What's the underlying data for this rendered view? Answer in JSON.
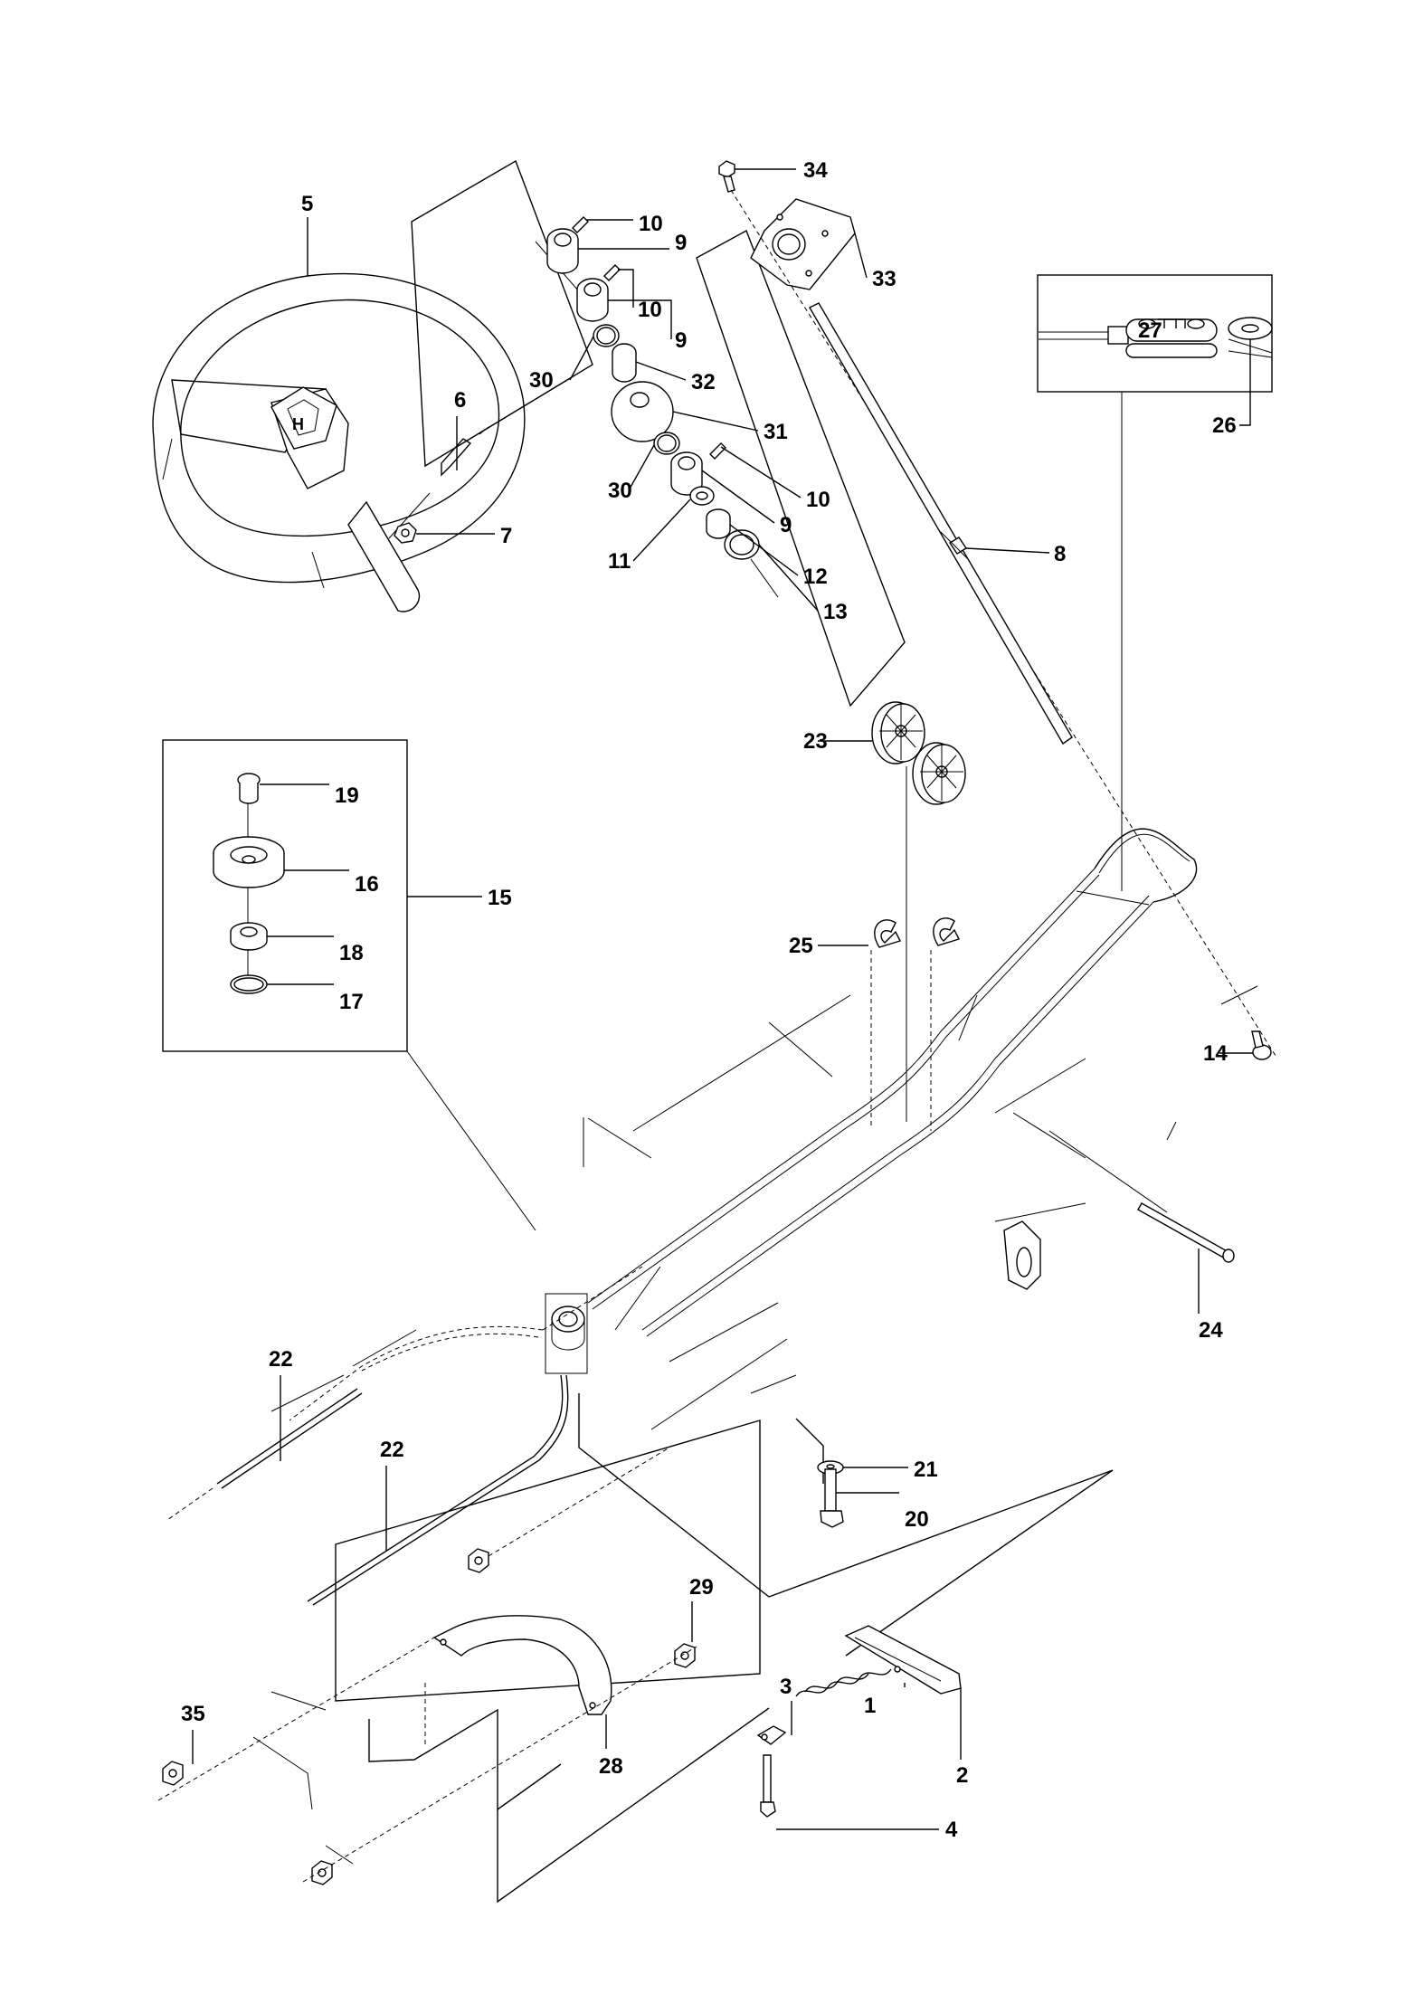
{
  "diagram": {
    "type": "exploded-parts-diagram",
    "subject": "steering assembly",
    "brand_logo": "husqvarna-crown-h-icon",
    "callouts": [
      {
        "id": "c1",
        "label": "1",
        "part": "spring"
      },
      {
        "id": "c2",
        "label": "2",
        "part": "bracket"
      },
      {
        "id": "c3",
        "label": "3",
        "part": "link plate"
      },
      {
        "id": "c4",
        "label": "4",
        "part": "screw"
      },
      {
        "id": "c5",
        "label": "5",
        "part": "steering wheel"
      },
      {
        "id": "c6",
        "label": "6",
        "part": "stud"
      },
      {
        "id": "c7",
        "label": "7",
        "part": "nut"
      },
      {
        "id": "c8",
        "label": "8",
        "part": "steering shaft"
      },
      {
        "id": "c9a",
        "label": "9",
        "part": "bushing"
      },
      {
        "id": "c9b",
        "label": "9",
        "part": "bushing"
      },
      {
        "id": "c9c",
        "label": "9",
        "part": "bushing"
      },
      {
        "id": "c10a",
        "label": "10",
        "part": "set screw"
      },
      {
        "id": "c10b",
        "label": "10",
        "part": "set screw"
      },
      {
        "id": "c10c",
        "label": "10",
        "part": "set screw"
      },
      {
        "id": "c11",
        "label": "11",
        "part": "washer"
      },
      {
        "id": "c12",
        "label": "12",
        "part": "bushing"
      },
      {
        "id": "c13",
        "label": "13",
        "part": "bearing"
      },
      {
        "id": "c14",
        "label": "14",
        "part": "bolt"
      },
      {
        "id": "c15",
        "label": "15",
        "part": "pulley kit"
      },
      {
        "id": "c16",
        "label": "16",
        "part": "pulley"
      },
      {
        "id": "c17",
        "label": "17",
        "part": "retaining ring"
      },
      {
        "id": "c18",
        "label": "18",
        "part": "ball bearing"
      },
      {
        "id": "c19",
        "label": "19",
        "part": "spacer"
      },
      {
        "id": "c20",
        "label": "20",
        "part": "bolt"
      },
      {
        "id": "c21",
        "label": "21",
        "part": "washer"
      },
      {
        "id": "c22a",
        "label": "22",
        "part": "cable"
      },
      {
        "id": "c22b",
        "label": "22",
        "part": "cable"
      },
      {
        "id": "c23",
        "label": "23",
        "part": "pulley pair"
      },
      {
        "id": "c24",
        "label": "24",
        "part": "axle pin"
      },
      {
        "id": "c25",
        "label": "25",
        "part": "e-clip"
      },
      {
        "id": "c26",
        "label": "26",
        "part": "chain"
      },
      {
        "id": "c27",
        "label": "27",
        "part": "chain link"
      },
      {
        "id": "c28",
        "label": "28",
        "part": "clamp"
      },
      {
        "id": "c29",
        "label": "29",
        "part": "nut"
      },
      {
        "id": "c30a",
        "label": "30",
        "part": "retaining ring"
      },
      {
        "id": "c30b",
        "label": "30",
        "part": "retaining ring"
      },
      {
        "id": "c31",
        "label": "31",
        "part": "dust cover"
      },
      {
        "id": "c32",
        "label": "32",
        "part": "bushing"
      },
      {
        "id": "c33",
        "label": "33",
        "part": "mounting plate"
      },
      {
        "id": "c34",
        "label": "34",
        "part": "bolt"
      },
      {
        "id": "c35",
        "label": "35",
        "part": "nut"
      }
    ]
  }
}
